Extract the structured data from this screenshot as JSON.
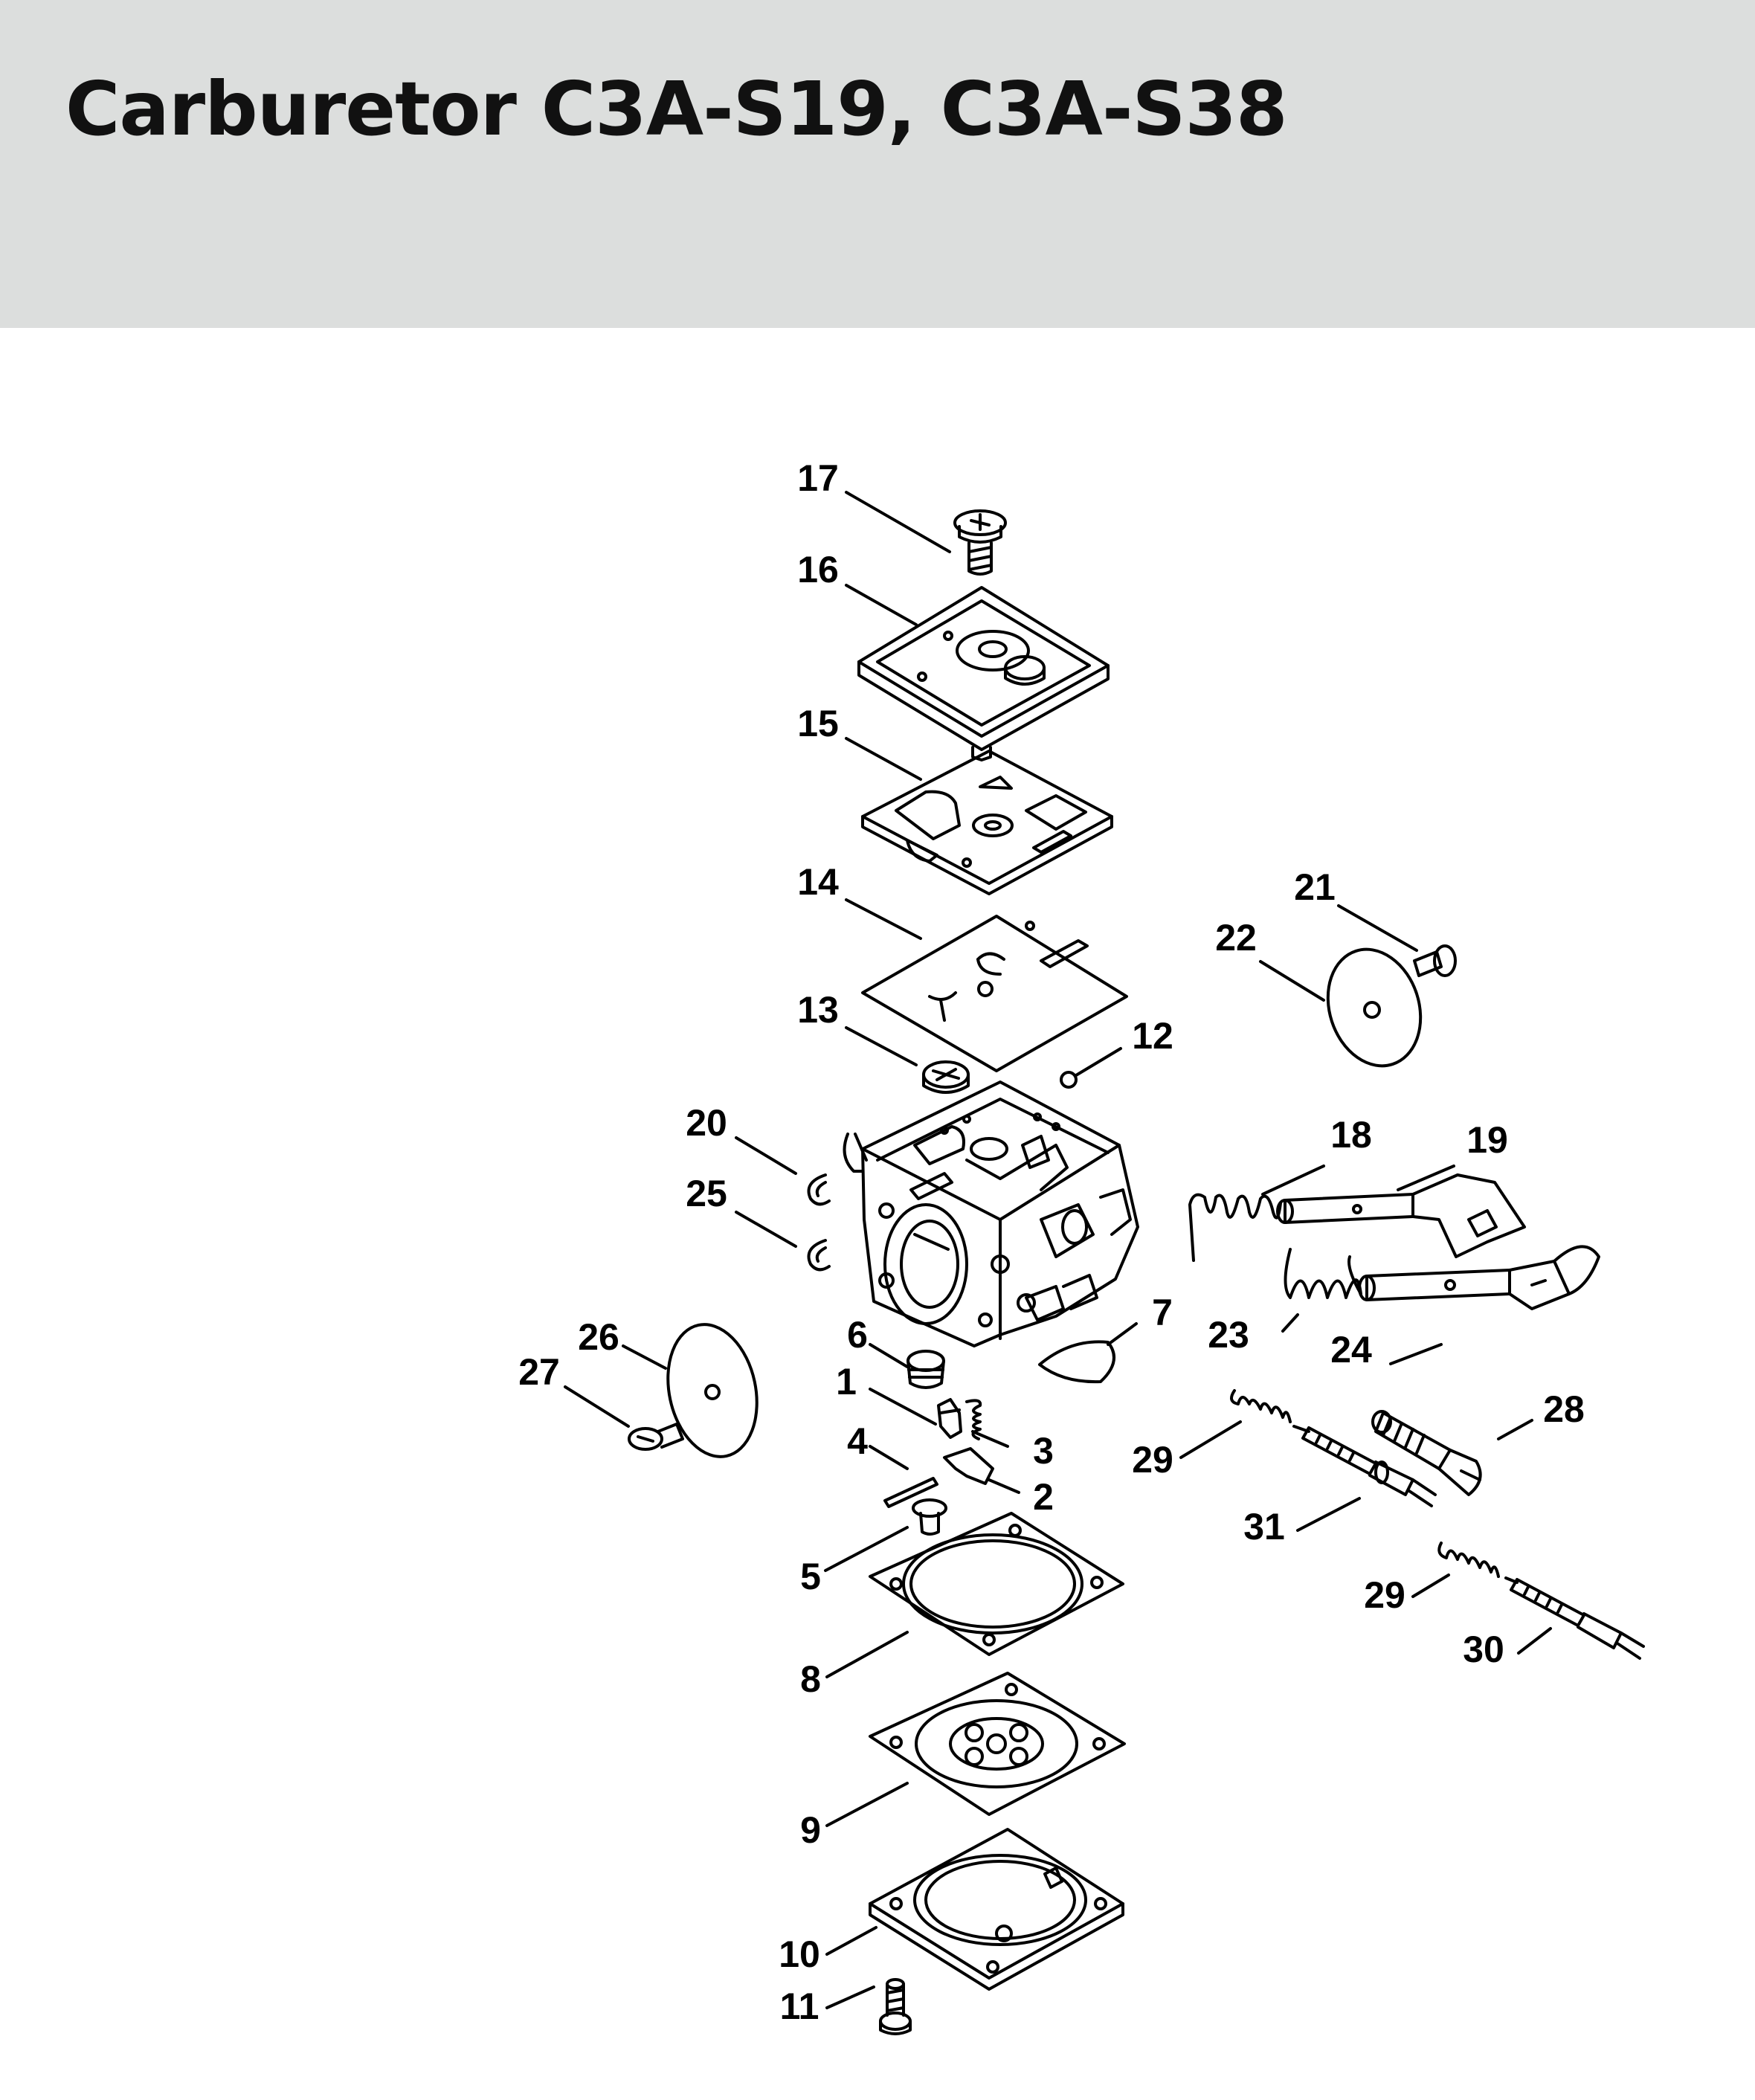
{
  "page": {
    "title": "Carburetor C3A-S19, C3A-S38"
  },
  "diagram": {
    "callouts": [
      "1",
      "2",
      "3",
      "4",
      "5",
      "6",
      "7",
      "8",
      "9",
      "10",
      "11",
      "12",
      "13",
      "14",
      "15",
      "16",
      "17",
      "18",
      "19",
      "20",
      "21",
      "22",
      "23",
      "24",
      "25",
      "26",
      "27",
      "28",
      "29",
      "29",
      "30",
      "31"
    ]
  }
}
